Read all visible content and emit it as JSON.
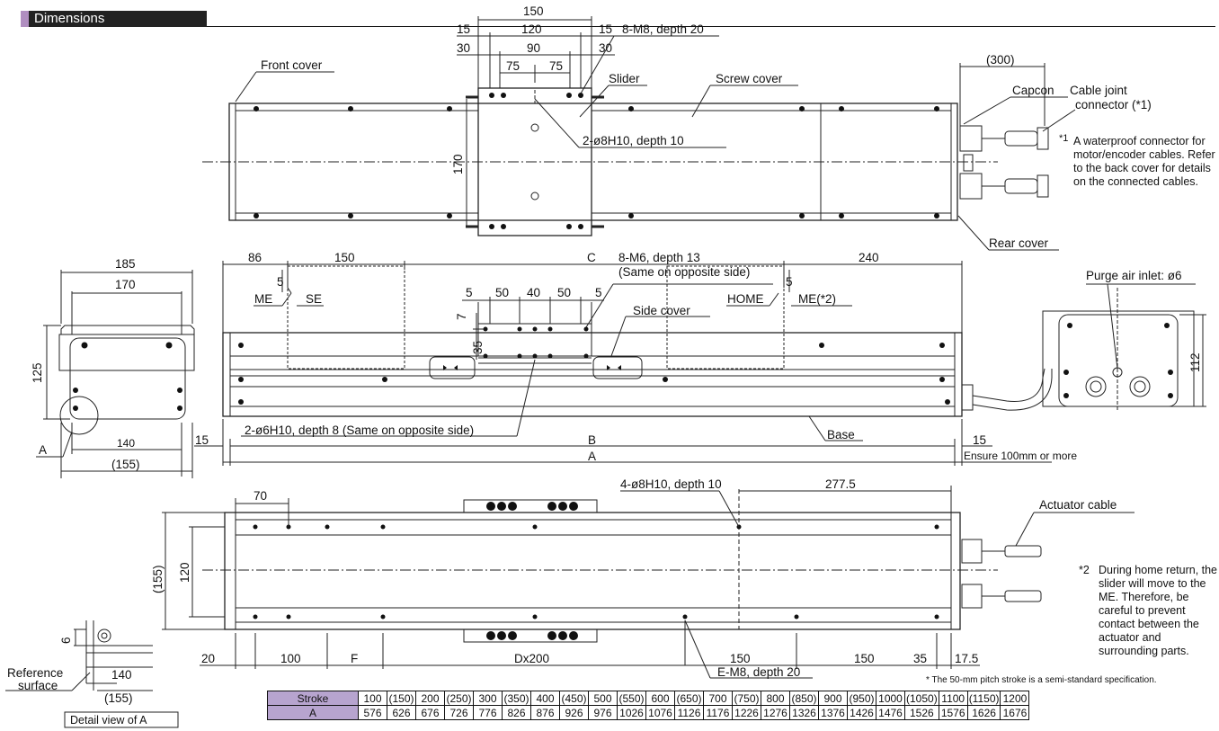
{
  "header": {
    "title": "Dimensions"
  },
  "notes": {
    "n1_mark": "*1",
    "n1_text": "A waterproof connector for motor/encoder cables. Refer to the back cover for details on the connected cables.",
    "n2_mark": "*2",
    "n2_text": "During home return, the slider will move to the ME. Therefore, be careful to prevent contact between the actuator and surrounding parts.",
    "semi": "* The 50-mm pitch stroke is a semi-standard specification."
  },
  "detail_caption": "Detail view of A",
  "top_view": {
    "d150": "150",
    "d120": "120",
    "d90": "90",
    "d75a": "75",
    "d75b": "75",
    "d15a": "15",
    "d15b": "15",
    "d30a": "30",
    "d30b": "30",
    "d170": "170",
    "d300": "(300)",
    "m8": "8-M8, depth 20",
    "slider": "Slider",
    "screw_cover": "Screw cover",
    "front_cover": "Front cover",
    "h10": "2-ø8H10, depth 10",
    "capcon": "Capcon",
    "cable_joint": "Cable joint",
    "connector": "connector (*1)",
    "rear_cover": "Rear cover"
  },
  "side_view": {
    "d86": "86",
    "d150": "150",
    "c": "C",
    "d240": "240",
    "m6": "8-M6, depth 13",
    "same1": "(Same on opposite side)",
    "me": "ME",
    "se": "SE",
    "home": "HOME",
    "me2": "ME(*2)",
    "d5a": "5",
    "d5b": "5",
    "d5c": "5",
    "d50a": "50",
    "d40": "40",
    "d50b": "50",
    "d5d": "5",
    "d7": "7",
    "d35": "35",
    "side_cover": "Side cover",
    "h6": "2-ø6H10, depth 8 (Same on opposite side)",
    "d15l": "15",
    "b": "B",
    "base": "Base",
    "d15r": "15",
    "a": "A",
    "ensure": "Ensure 100mm or more"
  },
  "end_view": {
    "d185": "185",
    "d170": "170",
    "d125": "125",
    "d140": "140",
    "d155": "(155)",
    "a_label": "A"
  },
  "rear_view": {
    "purge": "Purge air inlet: ø6",
    "d112": "112"
  },
  "bottom_view": {
    "d70": "70",
    "h8": "4-ø8H10, depth 10",
    "d277": "277.5",
    "d155": "(155)",
    "d120": "120",
    "d20": "20",
    "d100": "100",
    "f": "F",
    "dx": "Dx200",
    "d150a": "150",
    "d150b": "150",
    "d35": "35",
    "d175": "17.5",
    "em8": "E-M8, depth 20",
    "act_cable": "Actuator cable"
  },
  "detail_view": {
    "d6": "6",
    "ref1": "Reference",
    "ref2": "surface",
    "d140": "140",
    "d155": "(155)"
  },
  "table": {
    "header_label": "Stroke",
    "strokes": [
      "100",
      "(150)",
      "200",
      "(250)",
      "300",
      "(350)",
      "400",
      "(450)",
      "500",
      "(550)",
      "600",
      "(650)",
      "700",
      "(750)",
      "800",
      "(850)",
      "900",
      "(950)",
      "1000",
      "(1050)",
      "1100",
      "(1150)",
      "1200"
    ],
    "row_a_label": "A",
    "row_a": [
      "576",
      "626",
      "676",
      "726",
      "776",
      "826",
      "876",
      "926",
      "976",
      "1026",
      "1076",
      "1126",
      "1176",
      "1226",
      "1276",
      "1326",
      "1376",
      "1426",
      "1476",
      "1526",
      "1576",
      "1626",
      "1676"
    ]
  }
}
